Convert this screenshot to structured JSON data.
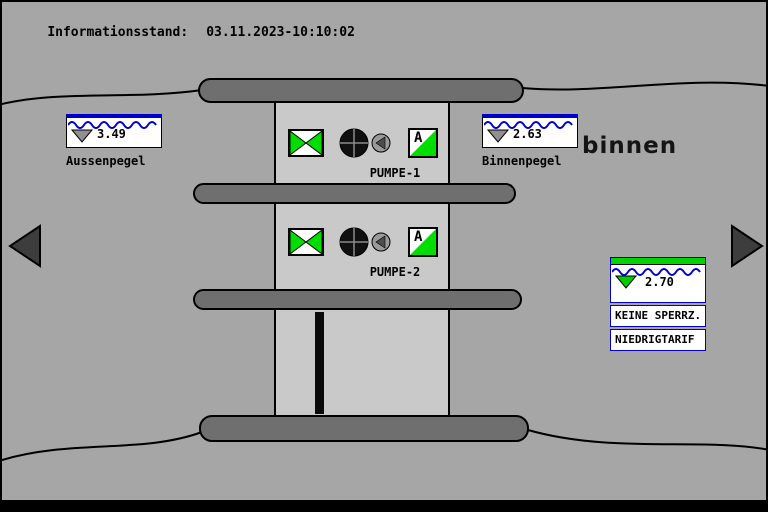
{
  "header": {
    "label": "Informationsstand:",
    "timestamp": "03.11.2023-10:10:02"
  },
  "gauges": {
    "aussenpegel": {
      "value": "3.49",
      "label": "Aussenpegel"
    },
    "binnenpegel": {
      "value": "2.63",
      "label": "Binnenpegel"
    }
  },
  "brand": {
    "text": "binnen"
  },
  "pumps": [
    {
      "label": "PUMPE-1",
      "mode": "A"
    },
    {
      "label": "PUMPE-2",
      "mode": "A"
    }
  ],
  "info_panel": {
    "level": {
      "value": "2.70"
    },
    "status1": "KEINE SPERRZ.",
    "status2": "NIEDRIGTARIF"
  },
  "colors": {
    "background": "#a6a6a6",
    "structure_fill": "#c9c9c9",
    "deck_fill": "#6f6f6f",
    "valve_green": "#00dd00",
    "gauge_border_blue": "#0000c8",
    "wave_blue": "#0000d0",
    "panel_green": "#00d400",
    "marker_gray": "#909090"
  }
}
